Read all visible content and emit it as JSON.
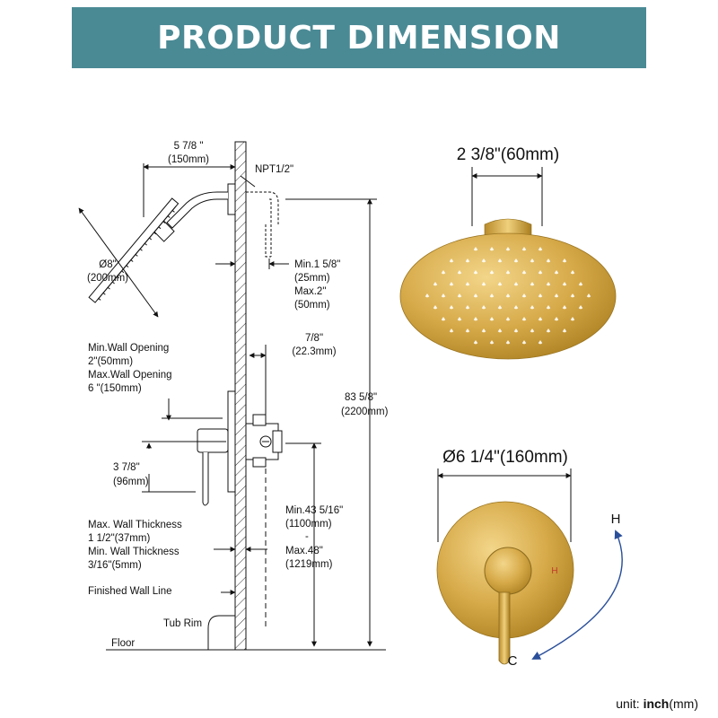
{
  "banner": {
    "title": "PRODUCT DIMENSION"
  },
  "side_view": {
    "arm_reach": {
      "imperial": "5 7/8 \"",
      "metric": "(150mm)"
    },
    "thread": "NPT1/2\"",
    "head_diameter": {
      "imperial": "Ø8\"",
      "metric": "(200mm)"
    },
    "pipe_depth": {
      "min": "Min.1 5/8\"",
      "min_metric": "(25mm)",
      "max": "Max.2\"",
      "max_metric": "(50mm)"
    },
    "valve_depth": {
      "imperial": "7/8\"",
      "metric": "(22.3mm)"
    },
    "wall_opening": {
      "min": "Min.Wall Opening",
      "min_value": "2\"(50mm)",
      "max": "Max.Wall Opening",
      "max_value": "6 \"(150mm)"
    },
    "total_height": {
      "imperial": "83 5/8\"",
      "metric": "(2200mm)"
    },
    "trim_offset": {
      "imperial": "3 7/8\"",
      "metric": "(96mm)"
    },
    "valve_height": {
      "min": "Min.43 5/16\"",
      "min_metric": "(1100mm)",
      "dash": "-",
      "max": "Max.48\"",
      "max_metric": "(1219mm)"
    },
    "wall_thickness": {
      "max": "Max. Wall Thickness",
      "max_value": "1 1/2\"(37mm)",
      "min": "Min. Wall Thickness",
      "min_value": "3/16\"(5mm)"
    },
    "finished_wall": "Finished Wall Line",
    "tub_rim": "Tub Rim",
    "floor": "Floor"
  },
  "shower_head_view": {
    "flange_width": "2 3/8\"(60mm)"
  },
  "valve_view": {
    "plate_diameter": "Ø6 1/4\"(160mm)",
    "hot": "H",
    "cold": "C",
    "hot_mark": "H"
  },
  "unit": {
    "label": "unit:",
    "primary": "inch",
    "secondary": "(mm)"
  },
  "colors": {
    "banner": "#4a8a95",
    "gold_light": "#e9c36a",
    "gold_dark": "#a97d1e",
    "hot_mark": "#c0392b",
    "arrow": "#2a4f9a"
  }
}
